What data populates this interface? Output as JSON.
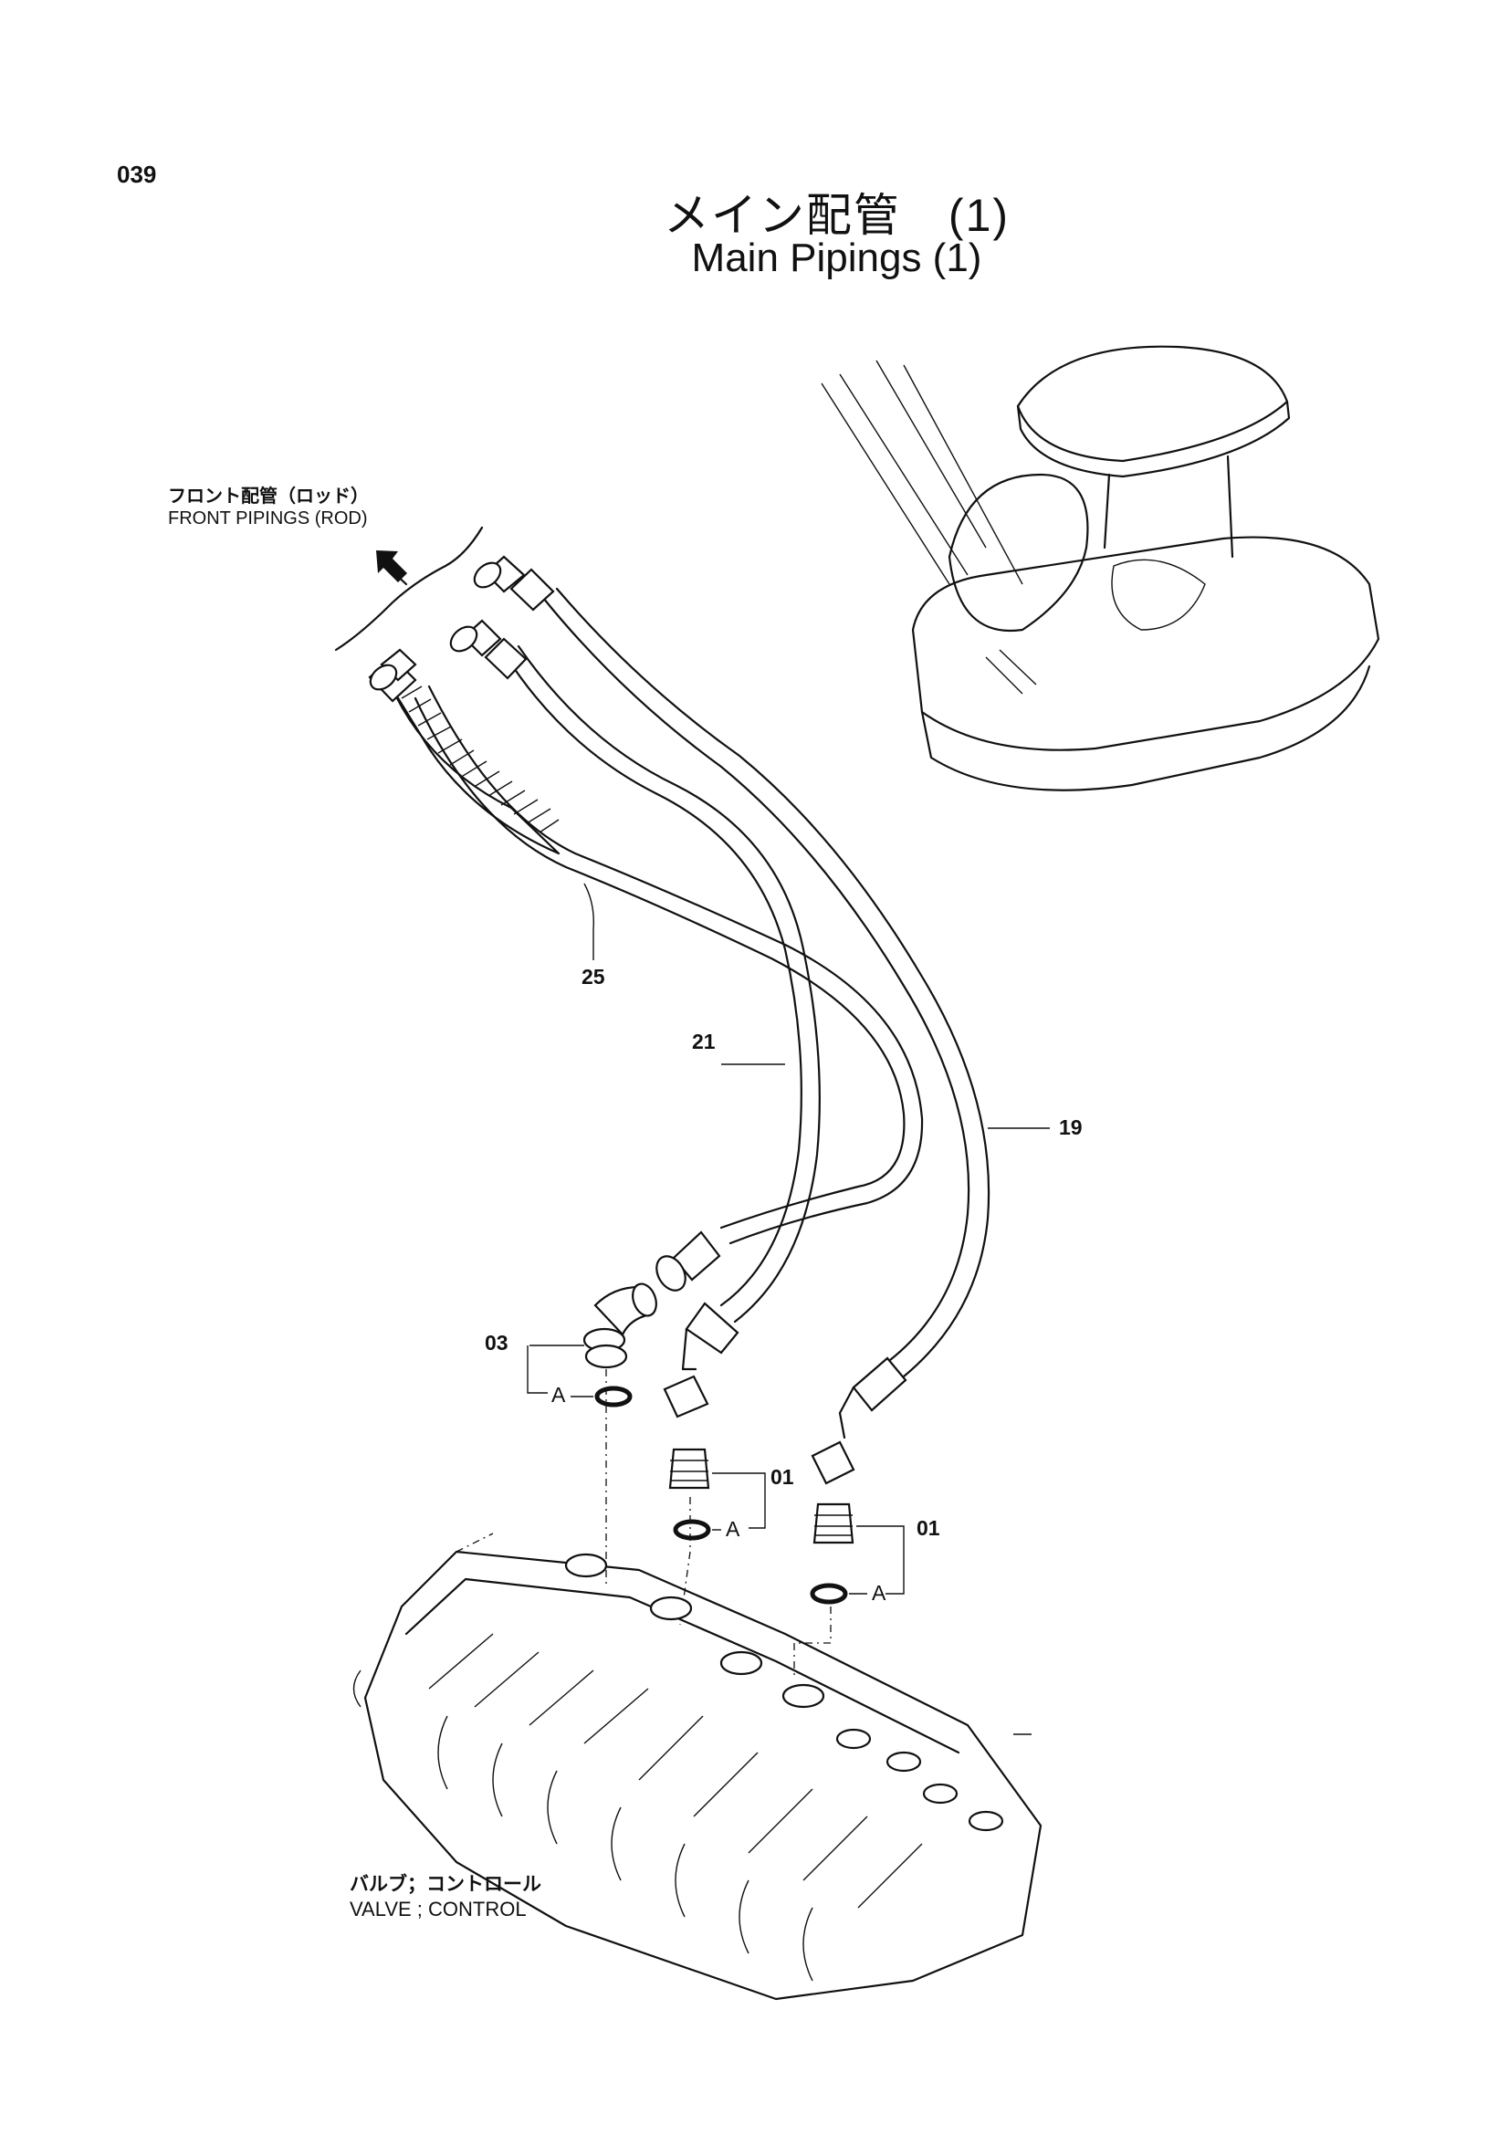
{
  "page": {
    "number": "039",
    "title_ja": "メイン配管　(1)",
    "title_en": "Main Pipings (1)"
  },
  "labels": {
    "front_pipings_ja": "フロント配管（ロッド）",
    "front_pipings_en": "FRONT  PIPINGS (ROD)",
    "valve_control_ja": "バルブ；コントロール",
    "valve_control_en": "VALVE ; CONTROL"
  },
  "parts": [
    {
      "number": "25"
    },
    {
      "number": "21"
    },
    {
      "number": "19"
    },
    {
      "number": "03"
    },
    {
      "number": "01"
    },
    {
      "number": "01"
    }
  ],
  "callouts": {
    "a": "A"
  },
  "icons": {
    "direction_arrow": "arrow-up-left-icon"
  }
}
